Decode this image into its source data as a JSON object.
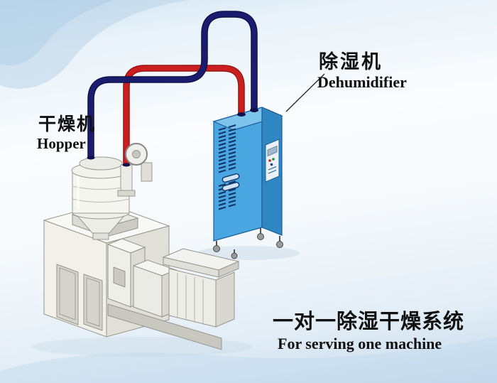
{
  "labels": {
    "dehumidifier_cn": "除湿机",
    "dehumidifier_en": "Dehumidifier",
    "dryer_cn": "干燥机",
    "dryer_en": "Hopper",
    "caption_cn": "一对一除湿干燥系统",
    "caption_en": "For serving one machine"
  },
  "colors": {
    "pipe_red": "#cb1e1e",
    "pipe_navy": "#1c1c6e",
    "cabinet_front": "#4aa6e0",
    "cabinet_side": "#2f86c2",
    "cabinet_top": "#7cc4ec",
    "machine_body": "#f1f1ea",
    "text": "#111111",
    "background_tint": "#c9dcec"
  },
  "components": [
    {
      "id": "dehumidifier",
      "label_cn": "除湿机",
      "label_en": "Dehumidifier"
    },
    {
      "id": "hopper-dryer",
      "label_cn": "干燥机",
      "label_en": "Hopper"
    },
    {
      "id": "extruder-machine"
    },
    {
      "id": "dry-air-pipe",
      "color_key": "pipe_red"
    },
    {
      "id": "return-air-pipe",
      "color_key": "pipe_navy"
    }
  ]
}
